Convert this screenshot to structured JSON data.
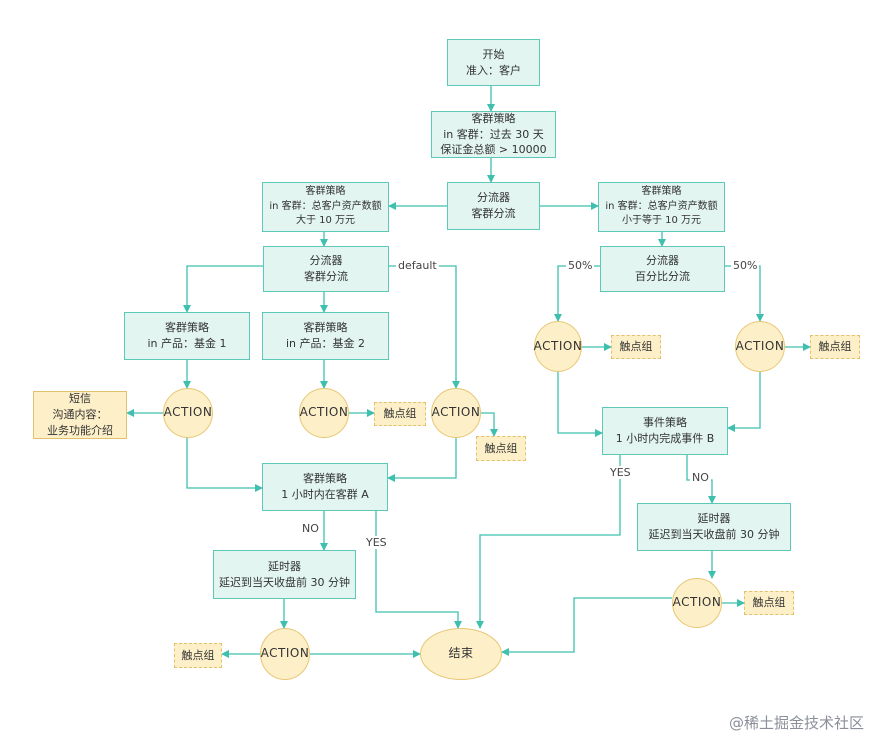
{
  "nodes": {
    "start": [
      "开始",
      "准入：客户"
    ],
    "strategy_root": [
      "客群策略",
      "in 客群：过去 30 天",
      "保证金总额 > 10000"
    ],
    "splitter_root": [
      "分流器",
      "客群分流"
    ],
    "strategy_left": [
      "客群策略",
      "in 客群：总客户资产数额",
      "大于 10 万元"
    ],
    "strategy_right": [
      "客群策略",
      "in 客群：总客户资产数额",
      "小于等于 10 万元"
    ],
    "splitter_left": [
      "分流器",
      "客群分流"
    ],
    "splitter_right": [
      "分流器",
      "百分比分流"
    ],
    "strategy_fund1": [
      "客群策略",
      "in 产品：基金 1"
    ],
    "strategy_fund2": [
      "客群策略",
      "in 产品：基金 2"
    ],
    "sms": [
      "短信",
      "沟通内容：",
      "业务功能介绍"
    ],
    "action": "ACTION",
    "touch_group": "触点组",
    "strategy_in_group_a": [
      "客群策略",
      "1 小时内在客群 A"
    ],
    "event_strategy": [
      "事件策略",
      "1 小时内完成事件 B"
    ],
    "delay_left": [
      "延时器",
      "延迟到当天收盘前 30 分钟"
    ],
    "delay_right": [
      "延时器",
      "延迟到当天收盘前 30 分钟"
    ],
    "end": "结束"
  },
  "edge_labels": {
    "default": "default",
    "pct_left": "50%",
    "pct_right": "50%",
    "no_left": "NO",
    "yes_left": "YES",
    "yes_right": "YES",
    "no_right": "NO"
  },
  "watermark": "@稀土掘金技术社区",
  "colors": {
    "box_fill": "#e2f5f1",
    "box_border": "#5ec8b6",
    "action_fill": "#fdefc8",
    "action_border": "#e7c775",
    "connector": "#3fbfae"
  }
}
